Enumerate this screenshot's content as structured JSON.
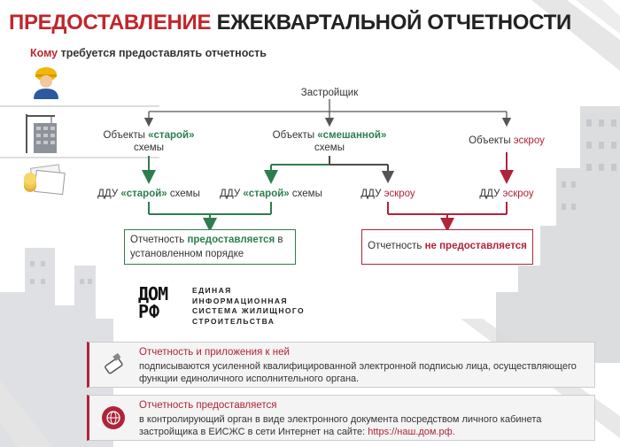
{
  "header": {
    "title_red": "ПРЕДОСТАВЛЕНИЕ",
    "title_dark": " ЕЖЕКВАРТАЛЬНОЙ ОТЧЕТНОСТИ",
    "subtitle_red": "Кому",
    "subtitle_rest": " требуется предоставлять отчетность"
  },
  "diagram": {
    "developer": "Застройщик",
    "objects_old_pre": "Объекты ",
    "objects_old_bold": "«старой»",
    "objects_old_post": "схемы",
    "objects_mixed_pre": "Объекты ",
    "objects_mixed_bold": "«смешанной»",
    "objects_mixed_post": "схемы",
    "objects_escrow_pre": "Объекты ",
    "objects_escrow_bold": "эскроу",
    "ddu1_pre": "ДДУ ",
    "ddu1_bold": "«старой»",
    "ddu1_post": " схемы",
    "ddu2_pre": "ДДУ ",
    "ddu2_bold": "«старой»",
    "ddu2_post": " схемы",
    "ddu3_pre": "ДДУ ",
    "ddu3_bold": "эскроу",
    "ddu4_pre": "ДДУ ",
    "ddu4_bold": "эскроу",
    "result_yes_pre": "Отчетность ",
    "result_yes_bold": "предоставляется",
    "result_yes_post": " в установленном порядке",
    "result_no_pre": "Отчетность ",
    "result_no_bold": "не предоставляется"
  },
  "logo": {
    "line1": "ЕДИНАЯ",
    "line2": "ИНФОРМАЦИОННАЯ",
    "line3": "СИСТЕМА ЖИЛИЩНОГО",
    "line4": "СТРОИТЕЛЬСТВА",
    "mark_top": "ДОМ",
    "mark_bottom": "РФ"
  },
  "info": {
    "box1_title": "Отчетность и приложения к ней",
    "box1_text": "подписываются усиленной квалифицированной электронной подписью лица, осуществляющего функции единоличного исполнительного органа.",
    "box2_title": "Отчетность предоставляется",
    "box2_text_a": "в контролирующий орган в виде электронного документа посредством личного кабинета застройщика в  ЕИСЖС в сети Интернет на сайте: ",
    "box2_link": "https://наш.дом.рф."
  },
  "colors": {
    "accent_red": "#c0262d",
    "green": "#2e7d4f",
    "dark_red": "#b0243a"
  }
}
